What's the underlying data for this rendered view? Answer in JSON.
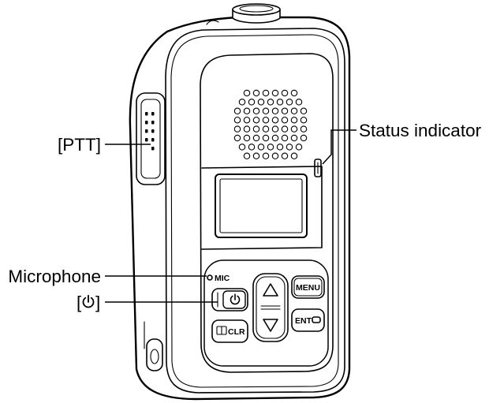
{
  "callouts": {
    "ptt": "[PTT]",
    "status_indicator": "Status indicator",
    "microphone": "Microphone",
    "power": {
      "bracket_open": "[",
      "icon": "power-icon",
      "bracket_close": "]"
    }
  },
  "device": {
    "mic_label": "MIC",
    "menu_label": "MENU",
    "clr_label": "CLR",
    "ent_label": "ENT",
    "icons": [
      "power-icon",
      "up-arrow-icon",
      "down-arrow-icon",
      "book-icon",
      "key-icon"
    ]
  },
  "colors": {
    "line": "#000000",
    "background": "#ffffff"
  }
}
